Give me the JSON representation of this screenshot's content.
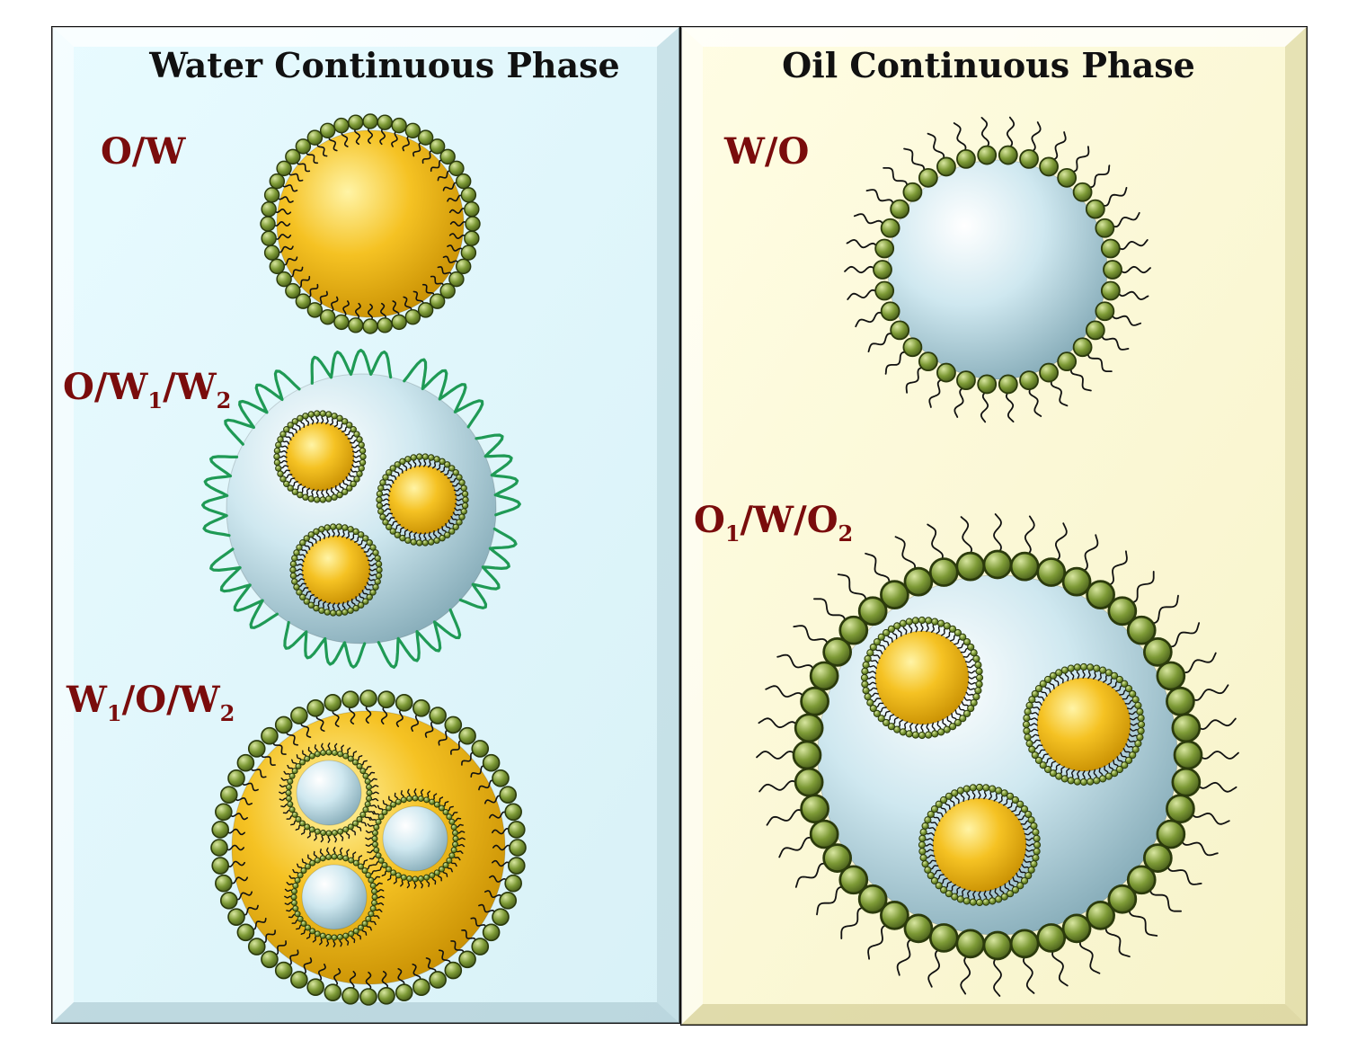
{
  "panels": {
    "water": {
      "title": "Water Continuous Phase",
      "bg": "#e3f7fb"
    },
    "oil": {
      "title": "Oil Continuous Phase",
      "bg": "#fbf9d7"
    }
  },
  "labels": {
    "ow": "O/W",
    "ow1w2": {
      "a": "O/W",
      "b": "1",
      "c": "/W",
      "d": "2"
    },
    "w1ow2": {
      "a": "W",
      "b": "1",
      "c": "/O/W",
      "d": "2"
    },
    "wo": "W/O",
    "o1wo2": {
      "a": "O",
      "b": "1",
      "c": "/W/O",
      "d": "2"
    }
  },
  "colors": {
    "oil_droplet": "#f2b51e",
    "water_droplet": "#bfe0ea",
    "surfactant_head": "#6e8a2e",
    "polymer": "#1f9a55",
    "label": "#7a0c0c"
  },
  "icons": {
    "surfactant": "sphere-with-tail",
    "polymer": "green-coil"
  }
}
